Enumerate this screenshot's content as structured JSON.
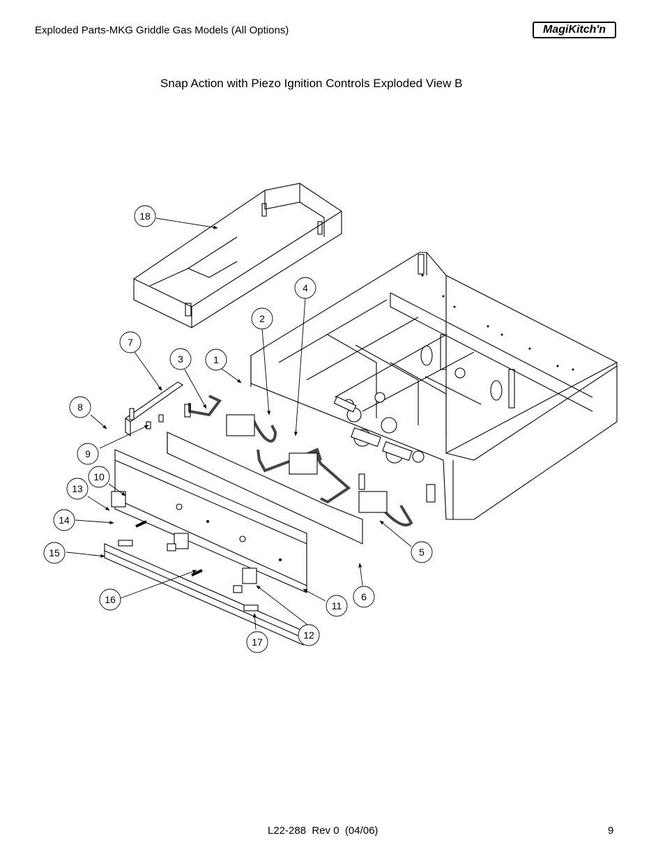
{
  "header": {
    "title": "Exploded Parts-MKG Griddle Gas Models (All Options)",
    "logo_text": "MagiKitch'n"
  },
  "subtitle": "Snap Action with Piezo Ignition Controls Exploded View B",
  "callouts": [
    "1",
    "2",
    "3",
    "4",
    "5",
    "6",
    "7",
    "8",
    "9",
    "10",
    "11",
    "12",
    "13",
    "14",
    "15",
    "16",
    "17",
    "18"
  ],
  "footer": {
    "doc_ref": "L22-288  Rev 0  (04/06)",
    "page_number": "9"
  }
}
